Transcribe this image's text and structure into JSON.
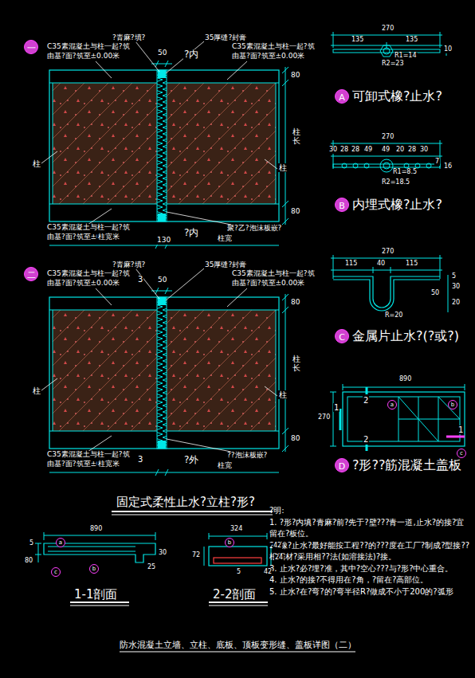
{
  "diagram": {
    "caption": "防水混凝土立墙、立柱、底板、顶板变形缝、盖板详图（二）",
    "nodes": [
      {
        "text": [
          "一"
        ]
      },
      {
        "text": [
          "A",
          "可卸式橡?止水?"
        ]
      },
      {
        "text": [
          "B",
          "内埋式橡?止水?"
        ]
      },
      {
        "text": [
          "二"
        ]
      },
      {
        "text": [
          "C",
          "金属片止水?(?或?)"
        ]
      },
      {
        "text": [
          "D",
          "?形??筋混凝土盖板"
        ]
      }
    ],
    "edges": [],
    "labels": [
      "C35素混凝土与柱一起?筑",
      "由基?面?筑至±0.00米",
      "?青麻?填?",
      "35厚缝?封膏",
      "50",
      "?内",
      "C35素混凝土与柱一起?筑",
      "由基?面?筑至±0.00米",
      "80",
      "柱长",
      "柱",
      "柱",
      "80",
      "C35素混凝土与柱一起?筑",
      "由基?面?筑至±0.00米",
      "柱宽",
      "130",
      "?内",
      "聚?乙?泡沫板嵌?",
      "柱宽",
      "C35素混凝土与柱一起?筑",
      "由基?面?筑至±0.00米",
      "?青麻?填?",
      "3",
      "35厚缝?封膏",
      "50",
      "C35素混凝土与柱一起?筑",
      "由基?面?筑至±0.00米",
      "80",
      "柱长",
      "柱",
      "柱",
      "80",
      "C35素混凝土与柱一起?筑",
      "由基?面?筑至±0.00米",
      "柱宽",
      "3",
      "?外",
      "??泡沫板嵌?",
      "柱宽",
      "270",
      "135",
      "135",
      "R1=14",
      "R2=23",
      "10",
      "270",
      "30",
      "28",
      "28",
      "49",
      "49",
      "20",
      "28",
      "30",
      "R1=8.5",
      "R2=18.5",
      "7",
      "16",
      "270",
      "115",
      "40",
      "115",
      "5",
      "30",
      "20",
      "50",
      "R=20",
      "890",
      "270",
      "1",
      "2",
      "a",
      "b",
      "2",
      "1",
      "c",
      "固定式柔性止水?立柱?形?",
      "890",
      "5",
      "a",
      "80",
      "30",
      "25",
      "b",
      "c",
      "1-1剖面",
      "324",
      "b",
      "72",
      "42",
      "24",
      "5",
      "42",
      "2-2剖面",
      "?明:",
      "1. ?形?内填?青麻?前?先于?壁???青一道,止水?的接?宜留在?板位。",
      "2. 橡?止水?最好能按工程??的???度在工厂?制成?型接??根据材?采用相??法(如溶接法)?接。",
      "3. 止水?必?埋?准，其中?空心???与?形?中心重合。",
      "4. 止水?的接?不得用在?角，?留在?高部位。",
      "5. 止水?在?弯?的?弯半径R?做成不小于200的?弧形"
    ]
  }
}
